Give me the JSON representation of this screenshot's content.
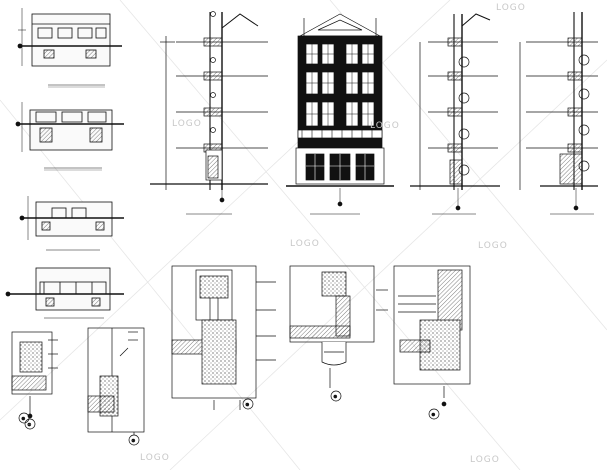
{
  "drawing": {
    "title": "",
    "views": [
      {
        "id": "plan-1",
        "caption": "",
        "kind": "plan"
      },
      {
        "id": "plan-2",
        "caption": "",
        "kind": "plan"
      },
      {
        "id": "plan-3",
        "caption": "",
        "kind": "plan"
      },
      {
        "id": "plan-4",
        "caption": "",
        "kind": "plan"
      },
      {
        "id": "section-a",
        "caption": "",
        "kind": "wall-section"
      },
      {
        "id": "front-elevation",
        "caption": "",
        "kind": "elevation"
      },
      {
        "id": "section-b",
        "caption": "",
        "kind": "wall-section"
      },
      {
        "id": "section-c",
        "caption": "",
        "kind": "wall-section"
      },
      {
        "id": "detail-1",
        "caption": "",
        "kind": "detail"
      },
      {
        "id": "detail-2",
        "caption": "",
        "kind": "detail"
      },
      {
        "id": "detail-3",
        "caption": "",
        "kind": "detail"
      },
      {
        "id": "detail-4",
        "caption": "",
        "kind": "detail"
      },
      {
        "id": "detail-5",
        "caption": "",
        "kind": "detail"
      },
      {
        "id": "detail-6",
        "caption": "",
        "kind": "detail"
      }
    ],
    "detail_markers": [
      "①",
      "②",
      "③",
      "④",
      "⑤",
      "⑥"
    ]
  },
  "watermark": {
    "text": "LOGO"
  },
  "colors": {
    "line": "#111111",
    "hatch": "#555555",
    "wash": "#f4f4f4",
    "watermark": "#c8c8c8"
  }
}
